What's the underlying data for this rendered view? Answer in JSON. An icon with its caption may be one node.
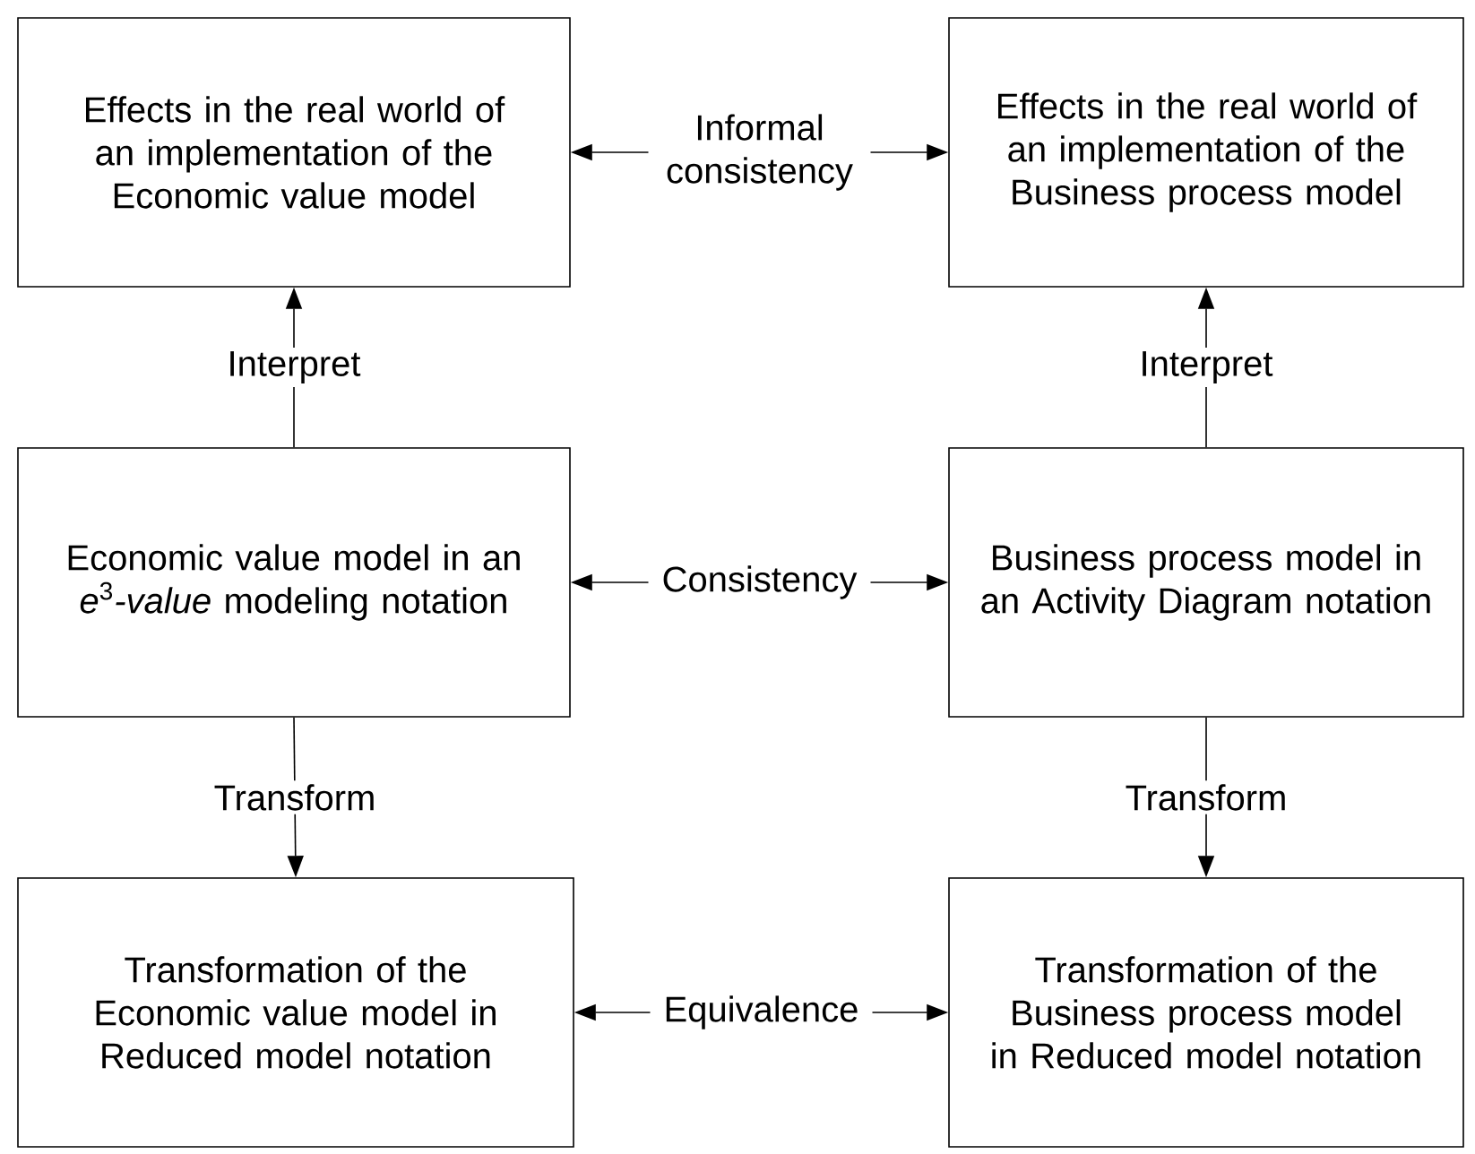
{
  "diagram": {
    "nodes": [
      {
        "text": [
          "Effects in the real world of an implementation of the Economic value model"
        ]
      },
      {
        "text": [
          "Effects in the real world of an implementation of the Business process model"
        ]
      },
      {
        "text": [
          "Economic value model in an *e*$^{3}$*-value* modeling notation"
        ]
      },
      {
        "text": [
          "Business process model in an Activity Diagram notation"
        ]
      },
      {
        "text": [
          "Transformation of the Economic value model in Reduced model notation"
        ]
      },
      {
        "text": [
          "Transformation of the Business process model in Reduced model notation"
        ]
      }
    ],
    "edges": [
      {
        "from": 0,
        "to": 1,
        "arrow": "both",
        "label": "Informal consistency"
      },
      {
        "from": 2,
        "to": 0,
        "arrow": "to",
        "label": "Interpret"
      },
      {
        "from": 3,
        "to": 1,
        "arrow": "to",
        "label": "Interpret"
      },
      {
        "from": 2,
        "to": 3,
        "arrow": "both",
        "label": "Consistency"
      },
      {
        "from": 2,
        "to": 4,
        "arrow": "to",
        "label": "Transform"
      },
      {
        "from": 3,
        "to": 5,
        "arrow": "to",
        "label": "Transform"
      },
      {
        "from": 4,
        "to": 5,
        "arrow": "both",
        "label": "Equivalence"
      }
    ]
  }
}
